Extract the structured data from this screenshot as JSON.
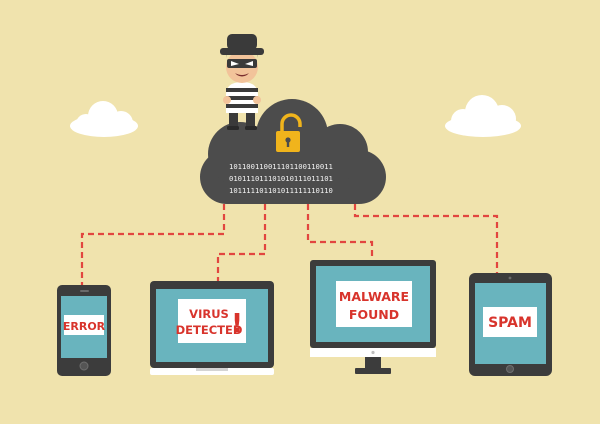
{
  "cloud": {
    "binary": [
      "101100110011101100110011",
      "010111011101010111011101",
      "101111101101011111110110"
    ]
  },
  "devices": {
    "phone": {
      "label": "ERROR"
    },
    "laptop": {
      "label_line1": "VIRUS",
      "label_line2": "DETECTED",
      "exclamation": "!"
    },
    "monitor": {
      "label_line1": "MALWARE",
      "label_line2": "FOUND"
    },
    "tablet": {
      "label": "SPAM"
    }
  },
  "colors": {
    "background": "#f0e3ad",
    "cloud": "#4c4c4c",
    "device_body": "#3c3c3c",
    "screen": "#69b4be",
    "wire": "#e2463f",
    "lock": "#f0b41c",
    "label_text": "#d8342c"
  }
}
